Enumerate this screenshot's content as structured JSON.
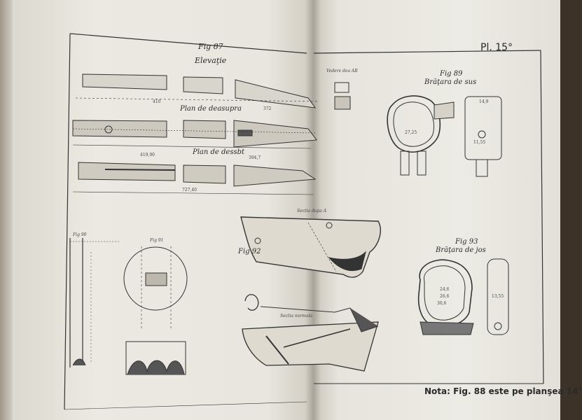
{
  "photo": {
    "subject": "Open book showing engineering plate of rifle stock parts",
    "colors": {
      "paper": "#ebe9e1",
      "ink": "#2a2a2a",
      "table": "#3d3228"
    }
  },
  "plate": {
    "number": "Pl. 15°",
    "note": "Nota: Fig. 88 este pe planşea 14°"
  },
  "figures": {
    "fig87": {
      "label": "Fig 87",
      "elevation": "Elevaţie",
      "plan_above": "Plan de deasupra",
      "plan_below": "Plan de dessbt",
      "view_ab": "Vedere dea AB",
      "dims": [
        "410",
        "372",
        "419,90",
        "394,7",
        "727,40"
      ]
    },
    "fig89": {
      "label": "Fig 89",
      "title": "Brăţara de sus",
      "dims": [
        "27,25",
        "14,9",
        "11,55"
      ]
    },
    "fig90": {
      "label": "Fig 90"
    },
    "fig91": {
      "label": "Fig 91"
    },
    "fig92": {
      "label": "Fig 92",
      "section_note": "Sectia dupa A",
      "section_note2": "Sectia normala"
    },
    "fig93": {
      "label": "Fig 93",
      "title": "Brăţara de jos",
      "dims": [
        "24,6",
        "26,6",
        "30,6",
        "13,55"
      ]
    }
  }
}
